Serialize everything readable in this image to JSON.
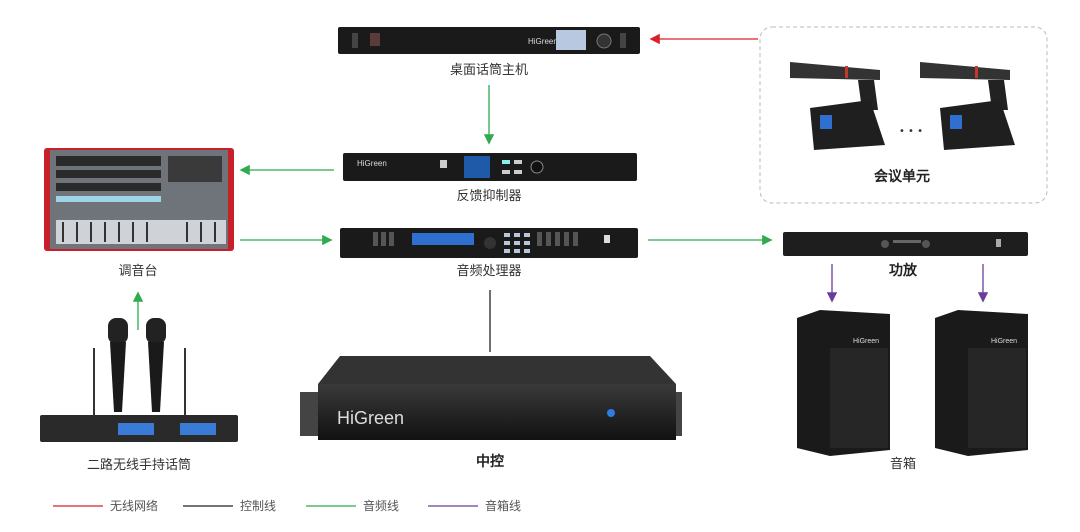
{
  "devices": {
    "desktop_mic_host": {
      "label": "桌面话筒主机",
      "logo": "HiGreen"
    },
    "feedback_suppressor": {
      "label": "反馈抑制器",
      "logo": "HiGreen"
    },
    "audio_processor": {
      "label": "音频处理器"
    },
    "mixer": {
      "label": "调音台"
    },
    "wireless_mic": {
      "label": "二路无线手持话筒"
    },
    "central_control": {
      "label": "中控",
      "logo": "HiGreen"
    },
    "conference_unit": {
      "label": "会议单元",
      "ellipsis": "• • •"
    },
    "amplifier": {
      "label": "功放"
    },
    "speakers": {
      "label": "音箱",
      "logo": "HiGreen"
    }
  },
  "legend": [
    {
      "label": "无线网络",
      "color": "#d9202a"
    },
    {
      "label": "控制线",
      "color": "#222222"
    },
    {
      "label": "音频线",
      "color": "#2eaa4f"
    },
    {
      "label": "音箱线",
      "color": "#6a3d9a"
    }
  ]
}
